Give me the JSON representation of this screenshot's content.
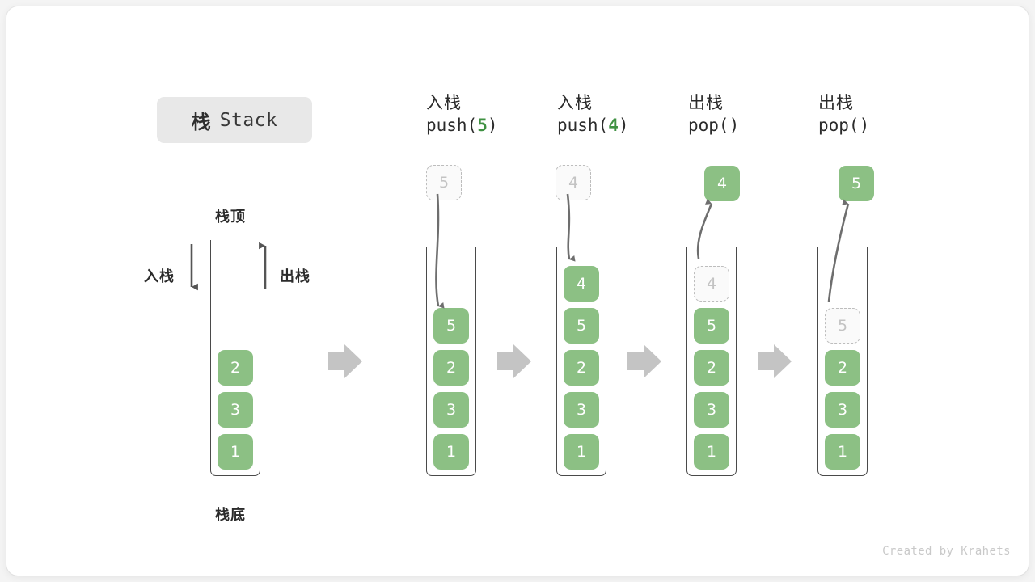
{
  "title": {
    "cn": "栈",
    "en": "Stack"
  },
  "labels": {
    "top": "栈顶",
    "bottom": "栈底",
    "push": "入栈",
    "pop": "出栈"
  },
  "initial_stack": {
    "name": "initial-stack",
    "cells": [
      "2",
      "3",
      "1"
    ]
  },
  "stages": [
    {
      "id": "push-5",
      "head_cn": "入栈",
      "head_code_prefix": "push(",
      "head_code_num": "5",
      "head_code_suffix": ")",
      "floating": {
        "value": "5",
        "style": "ghost"
      },
      "arrow": "down",
      "cells": [
        "5",
        "2",
        "3",
        "1"
      ],
      "ghost_top": null
    },
    {
      "id": "push-4",
      "head_cn": "入栈",
      "head_code_prefix": "push(",
      "head_code_num": "4",
      "head_code_suffix": ")",
      "floating": {
        "value": "4",
        "style": "ghost"
      },
      "arrow": "down",
      "cells": [
        "4",
        "5",
        "2",
        "3",
        "1"
      ],
      "ghost_top": null
    },
    {
      "id": "pop-1",
      "head_cn": "出栈",
      "head_code_prefix": "pop(",
      "head_code_num": "",
      "head_code_suffix": ")",
      "floating": {
        "value": "4",
        "style": "solid"
      },
      "arrow": "up",
      "cells": [
        "5",
        "2",
        "3",
        "1"
      ],
      "ghost_top": "4"
    },
    {
      "id": "pop-2",
      "head_cn": "出栈",
      "head_code_prefix": "pop(",
      "head_code_num": "",
      "head_code_suffix": ")",
      "floating": {
        "value": "5",
        "style": "solid"
      },
      "arrow": "up",
      "cells": [
        "2",
        "3",
        "1"
      ],
      "ghost_top": "5"
    }
  ],
  "footer": "Created by Krahets",
  "colors": {
    "cell_green": "#8cc084",
    "accent_green": "#3f9142",
    "badge_bg": "#e8e8e8",
    "flow_arrow": "#c4c4c4",
    "stroke": "#6e6e6e"
  }
}
